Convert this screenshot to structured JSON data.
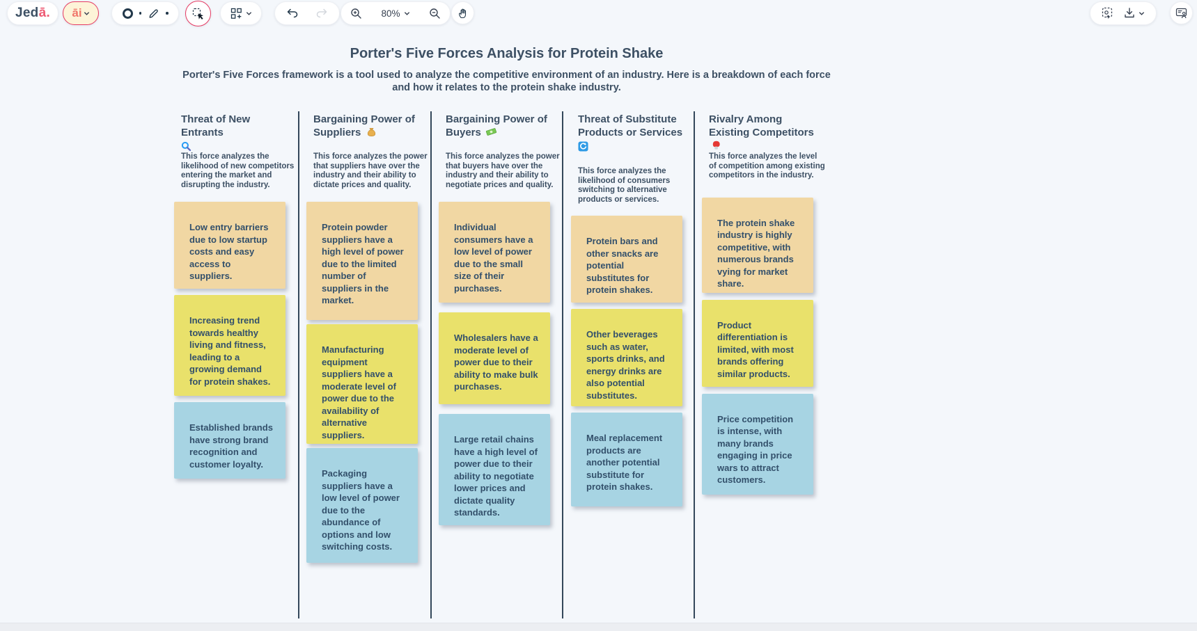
{
  "toolbar": {
    "logo": {
      "primary": "Jed",
      "accent": "ā."
    },
    "ai_button_label": "āi",
    "zoom_level": "80%",
    "icons": {
      "circle-tool-icon": "ring shape",
      "pencil-tool-icon": "pencil",
      "select-tool-icon": "dashed box with cursor arrow (active)",
      "shapes-grid-icon": "grid of squares with plus",
      "undo-icon": "curved arrow left",
      "redo-icon": "curved arrow right (disabled)",
      "zoom-in-icon": "magnifier plus",
      "zoom-out-icon": "magnifier minus",
      "hand-tool-icon": "open hand",
      "capture-icon": "dashed frame with pointer",
      "download-icon": "down arrow into tray",
      "present-icon": "screen with presenter"
    },
    "colors": {
      "accent_pink": "#e63a63",
      "ai_bg": "#fdf4d8",
      "ai_text": "#f0776b",
      "icon_dark": "#22384a",
      "disabled": "#d3d7dd"
    }
  },
  "canvas": {
    "title": "Porter's Five Forces Analysis for Protein Shake",
    "subtitle": "Porter's Five Forces framework is a tool used to analyze the competitive environment of an industry. Here is a breakdown of each force and how it relates to the protein shake industry.",
    "note_colors": {
      "tan": "#f1d7a3",
      "yellow": "#e9e16b",
      "blue": "#a7d4e3"
    },
    "columns": [
      {
        "title": "Threat of New Entrants",
        "emoji": "🔍",
        "description": "This force analyzes the likelihood of new competitors entering the market and disrupting the industry.",
        "notes": [
          "Low entry barriers due to low startup costs and easy access to suppliers.",
          "Increasing trend towards healthy living and fitness, leading to a growing demand for protein shakes.",
          "Established brands have strong brand recognition and customer loyalty."
        ]
      },
      {
        "title": "Bargaining Power of Suppliers",
        "emoji": "💰",
        "description": "This force analyzes the power that suppliers have over the industry and their ability to dictate prices and quality.",
        "notes": [
          "Protein powder suppliers have a high level of power due to the limited number of suppliers in the market.",
          "Manufacturing equipment suppliers have a moderate level of power due to the availability of alternative suppliers.",
          "Packaging suppliers have a low level of power due to the abundance of options and low switching costs."
        ]
      },
      {
        "title": "Bargaining Power of Buyers",
        "emoji": "💵",
        "description": "This force analyzes the power that buyers have over the industry and their ability to negotiate prices and quality.",
        "notes": [
          "Individual consumers have a low level of power due to the small size of their purchases.",
          "Wholesalers have a moderate level of power due to their ability to make bulk purchases.",
          "Large retail chains have a high level of power due to their ability to negotiate lower prices and dictate quality standards."
        ]
      },
      {
        "title": "Threat of Substitute Products or Services",
        "emoji": "🔄",
        "description": "This force analyzes the likelihood of consumers switching to alternative products or services.",
        "notes": [
          "Protein bars and other snacks are potential substitutes for protein shakes.",
          "Other beverages such as water, sports drinks, and energy drinks are also potential substitutes.",
          "Meal replacement products are another potential substitute for protein shakes."
        ]
      },
      {
        "title": "Rivalry Among Existing Competitors",
        "emoji": "🥊",
        "description": "This force analyzes the level of competition among existing competitors in the industry.",
        "notes": [
          "The protein shake industry is highly competitive, with numerous brands vying for market share.",
          "Product differentiation is limited, with most brands offering similar products.",
          "Price competition is intense, with many brands engaging in price wars to attract customers."
        ]
      }
    ]
  }
}
